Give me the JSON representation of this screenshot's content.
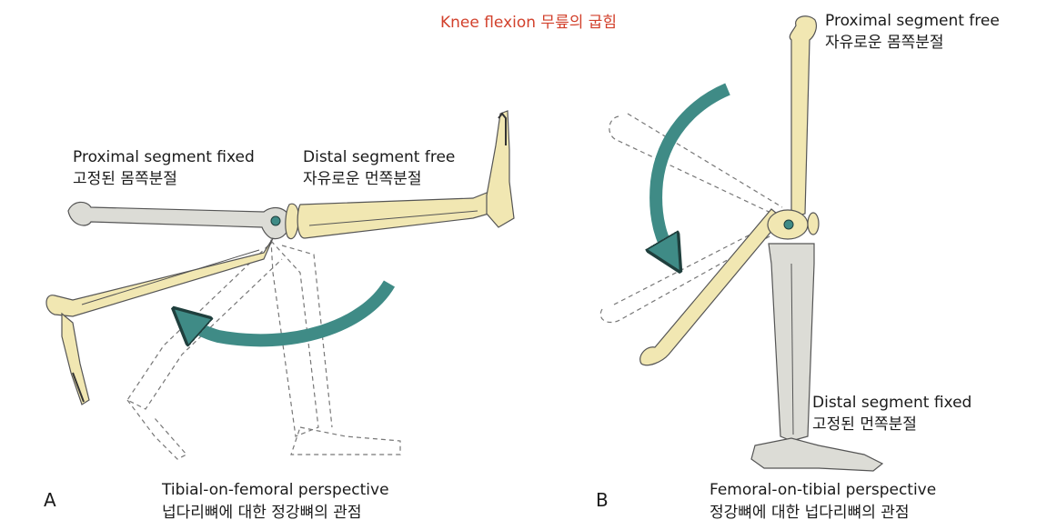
{
  "title": "Knee flexion 무릎의 굽힘",
  "panel_a": {
    "letter": "A",
    "proximal_label_en": "Proximal segment fixed",
    "proximal_label_ko": "고정된 몸쪽분절",
    "distal_label_en": "Distal segment free",
    "distal_label_ko": "자유로운 먼쪽분절",
    "perspective_en": "Tibial-on-femoral perspective",
    "perspective_ko": "넙다리뼈에 대한 정강뼈의 관점"
  },
  "panel_b": {
    "letter": "B",
    "proximal_label_en": "Proximal segment free",
    "proximal_label_ko": "자유로운 몸쪽분절",
    "distal_label_en": "Distal segment fixed",
    "distal_label_ko": "고정된 먼쪽분절",
    "perspective_en": "Femoral-on-tibial perspective",
    "perspective_ko": "정강뼈에 대한 넙다리뼈의 관점"
  },
  "colors": {
    "bone_free": "#f1e7b2",
    "bone_fixed": "#dcdcd6",
    "arrow": "#3f8b86",
    "title": "#d2412c"
  }
}
